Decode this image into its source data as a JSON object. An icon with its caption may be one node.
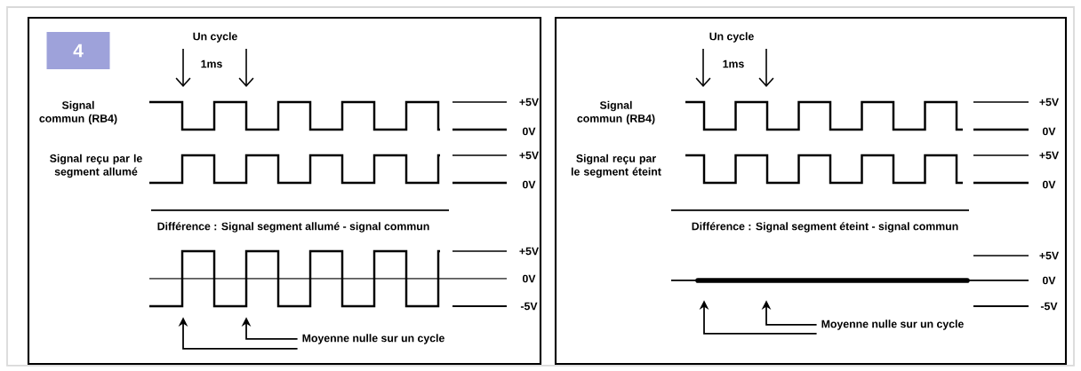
{
  "diagram": {
    "nodes": [
      {
        "text": [
          "4"
        ]
      },
      {
        "text": [
          "Moyenne nulle sur un cycle"
        ]
      },
      {
        "text": [
          "Moyenne nulle sur un cycle"
        ]
      },
      {
        "text": [],
        "shape": "picture"
      },
      {
        "text": [],
        "shape": "picture"
      }
    ],
    "edges": [
      {
        "from": 1,
        "to": 3,
        "arrow": "to"
      },
      {
        "from": 1,
        "to": 3,
        "arrow": "to"
      },
      {
        "from": 2,
        "to": 4,
        "arrow": "to"
      },
      {
        "from": 2,
        "to": 4,
        "arrow": "to"
      }
    ],
    "labels": [
      "Un cycle",
      "1ms",
      "Signal commun (RB4)",
      "+5V",
      "0V",
      "Signal reçu par le segment allumé",
      "+5V",
      "0V",
      "Différence : Signal segment allumé - signal commun",
      "+5V",
      "0V",
      "-5V",
      "Un cycle",
      "1ms",
      "Signal commun (RB4)",
      "+5V",
      "0V",
      "Signal reçu par le segment éteint",
      "+5V",
      "0V",
      "Différence : Signal segment éteint - signal commun",
      "+5V",
      "0V",
      "-5V"
    ]
  }
}
